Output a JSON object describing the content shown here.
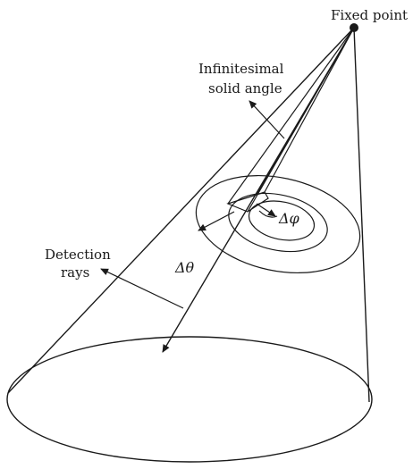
{
  "labels": {
    "fixed_point": "Fixed point",
    "solid_angle_line1": "Infinitesimal",
    "solid_angle_line2": "solid angle",
    "detection_line1": "Detection",
    "detection_line2": "rays",
    "delta_theta": "Δθ",
    "delta_phi": "Δφ"
  }
}
